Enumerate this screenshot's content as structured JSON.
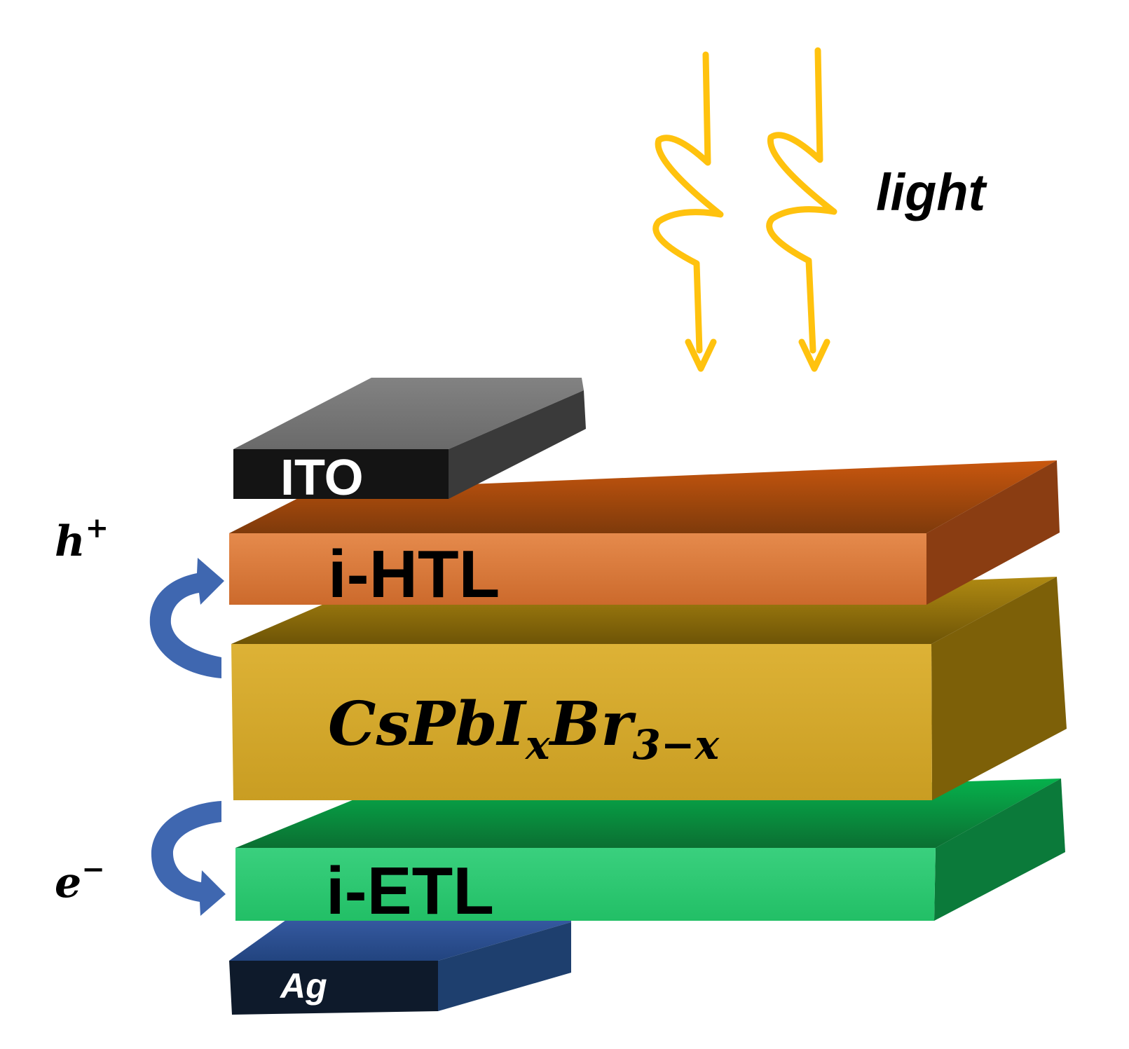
{
  "diagram": {
    "light_label": "light",
    "layers": {
      "ito": {
        "label": "ITO"
      },
      "htl": {
        "label": "i-HTL"
      },
      "perovskite": {
        "label_base": "CsPbI",
        "label_sub1": "x",
        "label_mid": "Br",
        "label_sub2": "3−x"
      },
      "etl": {
        "label": "i-ETL"
      },
      "ag": {
        "label": "Ag"
      }
    },
    "carriers": {
      "hole": {
        "symbol": "h",
        "charge": "+"
      },
      "electron": {
        "symbol": "e",
        "charge": "−"
      }
    }
  },
  "colors": {
    "light_rays": "#FFC20E",
    "carrier_arrows": "#3F67B0",
    "ito_front": "#141414",
    "ito_top": "#7a7a7a",
    "ito_side": "#3a3a3a",
    "htl_front": "#E07A3A",
    "htl_top": "#B5521A",
    "htl_side": "#8A3D12",
    "perovskite_front": "#D4A62C",
    "perovskite_top": "#9E7A10",
    "perovskite_side": "#7D6008",
    "etl_front": "#2ECC71",
    "etl_top": "#0FA84A",
    "etl_side": "#0B7A3A",
    "ag_front": "#0E1A2B",
    "ag_top": "#2E5296",
    "ag_side": "#1E3F6E"
  }
}
